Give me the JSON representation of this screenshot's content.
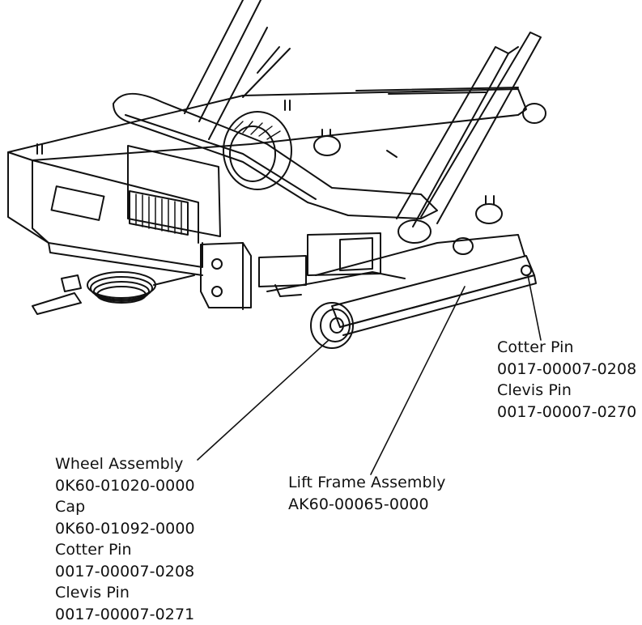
{
  "colors": {
    "line": "#111111",
    "background": "#ffffff",
    "shade": "#9a9a9a"
  },
  "callouts": {
    "wheel_assembly": {
      "name": "Wheel Assembly",
      "part_no": "0K60-01020-0000",
      "cap_name": "Cap",
      "cap_part_no": "0K60-01092-0000",
      "cotter_name": "Cotter Pin",
      "cotter_part_no": "0017-00007-0208",
      "clevis_name": "Clevis Pin",
      "clevis_part_no": "0017-00007-0271"
    },
    "lift_frame": {
      "name": "Lift Frame Assembly",
      "part_no": "AK60-00065-0000"
    },
    "lift_pins": {
      "cotter_name": "Cotter Pin",
      "cotter_part_no": "0017-00007-0208",
      "clevis_name": "Clevis Pin",
      "clevis_part_no": "0017-00007-0270"
    }
  }
}
